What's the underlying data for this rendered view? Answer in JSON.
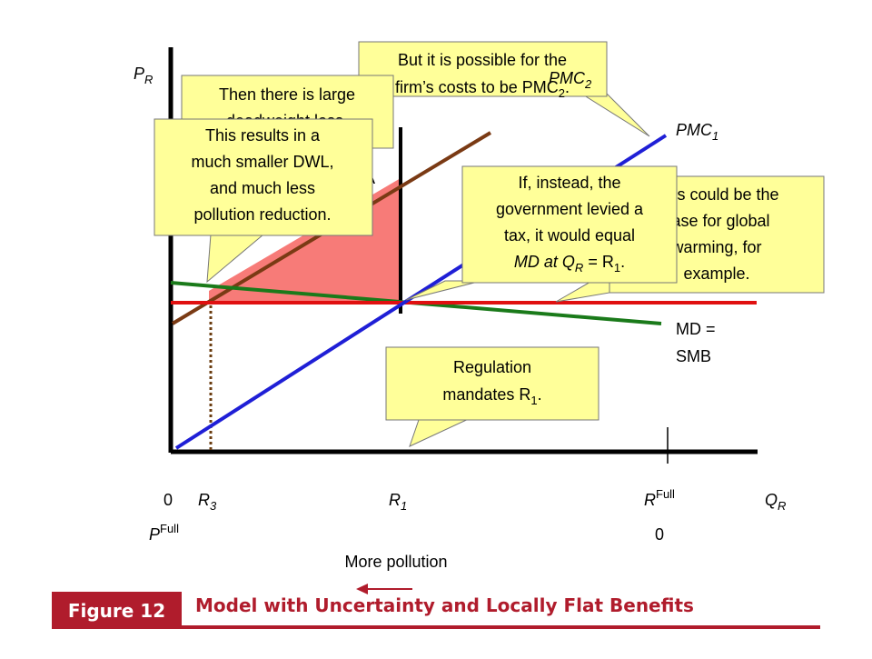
{
  "chart_data": {
    "type": "line",
    "title": "Model with Uncertainty and Locally Flat Benefits",
    "figure_label": "Figure 12",
    "y_axis_label": "P",
    "y_axis_sub": "R",
    "x_axis_label": "Q",
    "x_axis_sub": "R",
    "x_ticks": [
      {
        "label": "0",
        "sub": ""
      },
      {
        "label": "R",
        "sub": "3"
      },
      {
        "label": "R",
        "sub": "1"
      },
      {
        "label": "R",
        "sup": "Full"
      }
    ],
    "x_secondary_labels": [
      {
        "label": "P",
        "sup": "Full"
      },
      {
        "label": "0"
      }
    ],
    "direction_label": "More pollution",
    "series": [
      {
        "name": "PMC",
        "sub": "1",
        "color": "#1f1fd6"
      },
      {
        "name": "PMC",
        "sub": "2",
        "color": "#7a3a14"
      },
      {
        "name": "MD =",
        "name2": "SMB",
        "color": "#1a7a1a"
      },
      {
        "name": "",
        "color": "#e01010"
      }
    ],
    "callouts": {
      "pmc2": [
        "But it is possible for the",
        "firm’s costs to be PMC",
        "2",
        "."
      ],
      "dwl": [
        "Then there is large",
        "deadweight loss."
      ],
      "smaller": [
        "This results in a",
        "much smaller DWL,",
        "and much less",
        "pollution reduction."
      ],
      "global": [
        "This could be the",
        "case for global",
        "warming, for",
        "example."
      ],
      "tax": [
        "If, instead, the",
        "government levied a",
        "tax, it would equal",
        "MD at Q",
        "R",
        " = R",
        "1",
        "."
      ],
      "regulation": [
        "Regulation",
        "mandates R",
        "1",
        "."
      ]
    },
    "dwl_letter": "A"
  }
}
